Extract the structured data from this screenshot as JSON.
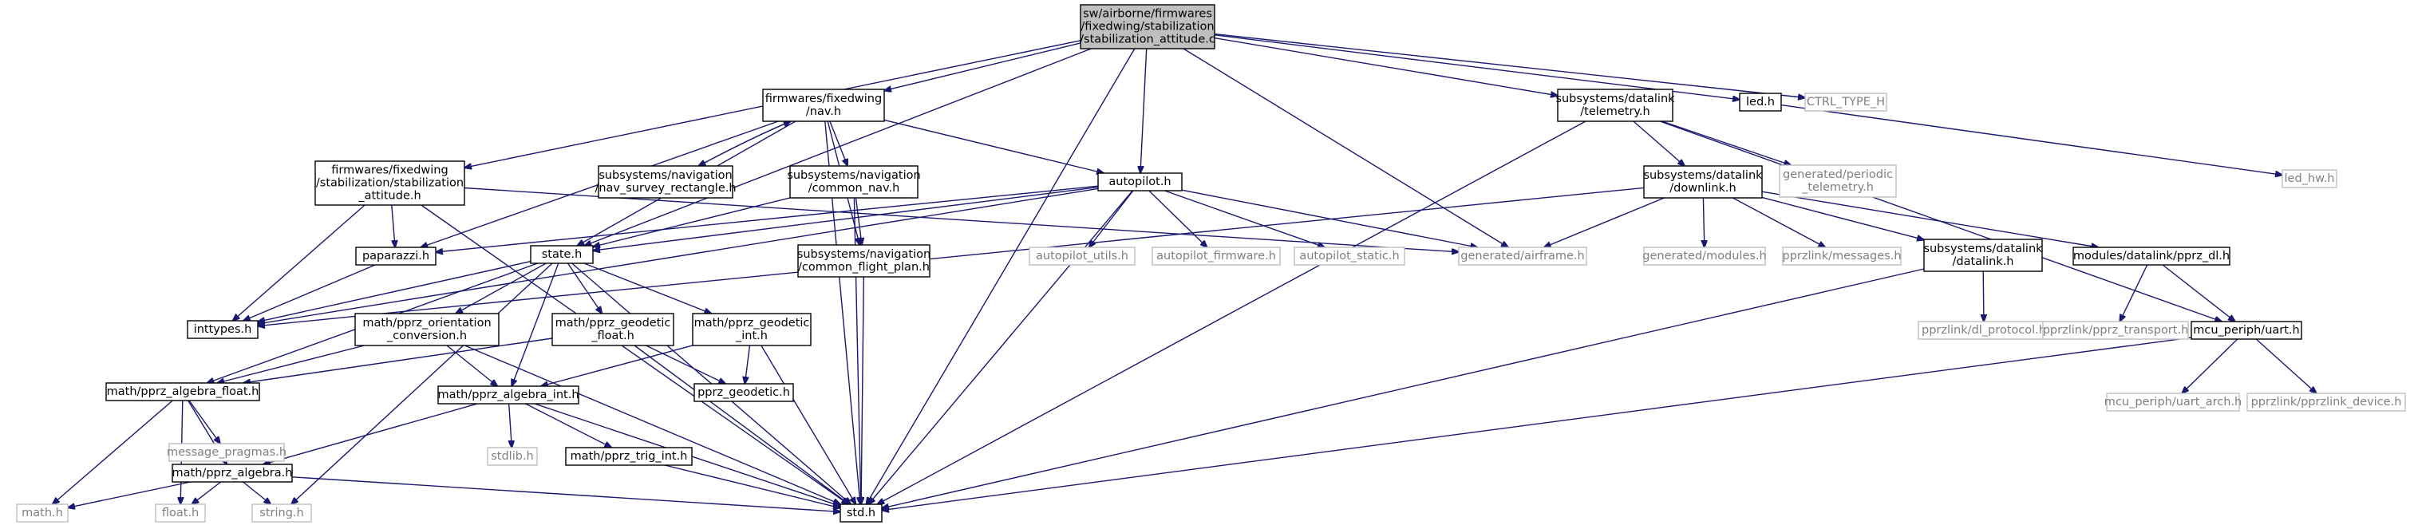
{
  "graph": {
    "nodes": [
      {
        "id": "root",
        "lines": [
          "sw/airborne/firmwares",
          "/fixedwing/stabilization",
          "/stabilization_attitude.c"
        ],
        "style": "root"
      },
      {
        "id": "stab_att_h",
        "lines": [
          "firmwares/fixedwing",
          "/stabilization/stabilization",
          "_attitude.h"
        ],
        "style": "normal"
      },
      {
        "id": "nav_h",
        "lines": [
          "firmwares/fixedwing",
          "/nav.h"
        ],
        "style": "normal"
      },
      {
        "id": "survey_rect",
        "lines": [
          "subsystems/navigation",
          "/nav_survey_rectangle.h"
        ],
        "style": "normal"
      },
      {
        "id": "common_nav",
        "lines": [
          "subsystems/navigation",
          "/common_nav.h"
        ],
        "style": "normal"
      },
      {
        "id": "common_fp",
        "lines": [
          "subsystems/navigation",
          "/common_flight_plan.h"
        ],
        "style": "normal"
      },
      {
        "id": "autopilot",
        "lines": [
          "autopilot.h"
        ],
        "style": "normal"
      },
      {
        "id": "autopilot_utils",
        "lines": [
          "autopilot_utils.h"
        ],
        "style": "ext"
      },
      {
        "id": "autopilot_firmware",
        "lines": [
          "autopilot_firmware.h"
        ],
        "style": "ext"
      },
      {
        "id": "autopilot_static",
        "lines": [
          "autopilot_static.h"
        ],
        "style": "ext"
      },
      {
        "id": "airframe",
        "lines": [
          "generated/airframe.h"
        ],
        "style": "ext"
      },
      {
        "id": "telemetry",
        "lines": [
          "subsystems/datalink",
          "/telemetry.h"
        ],
        "style": "normal"
      },
      {
        "id": "periodic_tel",
        "lines": [
          "generated/periodic",
          "_telemetry.h"
        ],
        "style": "ext"
      },
      {
        "id": "downlink",
        "lines": [
          "subsystems/datalink",
          "/downlink.h"
        ],
        "style": "normal"
      },
      {
        "id": "gen_modules",
        "lines": [
          "generated/modules.h"
        ],
        "style": "ext"
      },
      {
        "id": "pprzlink_msgs",
        "lines": [
          "pprzlink/messages.h"
        ],
        "style": "ext"
      },
      {
        "id": "datalink_h",
        "lines": [
          "subsystems/datalink",
          "/datalink.h"
        ],
        "style": "normal"
      },
      {
        "id": "dl_protocol",
        "lines": [
          "pprzlink/dl_protocol.h"
        ],
        "style": "ext"
      },
      {
        "id": "pprz_dl",
        "lines": [
          "modules/datalink/pprz_dl.h"
        ],
        "style": "normal"
      },
      {
        "id": "pprz_transport",
        "lines": [
          "pprzlink/pprz_transport.h"
        ],
        "style": "ext"
      },
      {
        "id": "uart_h",
        "lines": [
          "mcu_periph/uart.h"
        ],
        "style": "normal"
      },
      {
        "id": "uart_arch",
        "lines": [
          "mcu_periph/uart_arch.h"
        ],
        "style": "ext"
      },
      {
        "id": "pprzlink_device",
        "lines": [
          "pprzlink/pprzlink_device.h"
        ],
        "style": "ext"
      },
      {
        "id": "led_h",
        "lines": [
          "led.h"
        ],
        "style": "normal"
      },
      {
        "id": "led_hw",
        "lines": [
          "led_hw.h"
        ],
        "style": "ext"
      },
      {
        "id": "ctrl_type",
        "lines": [
          "CTRL_TYPE_H"
        ],
        "style": "ext"
      },
      {
        "id": "paparazzi",
        "lines": [
          "paparazzi.h"
        ],
        "style": "normal"
      },
      {
        "id": "inttypes",
        "lines": [
          "inttypes.h"
        ],
        "style": "normal"
      },
      {
        "id": "state",
        "lines": [
          "state.h"
        ],
        "style": "normal"
      },
      {
        "id": "orient_conv",
        "lines": [
          "math/pprz_orientation",
          "_conversion.h"
        ],
        "style": "normal"
      },
      {
        "id": "geod_float",
        "lines": [
          "math/pprz_geodetic",
          "_float.h"
        ],
        "style": "normal"
      },
      {
        "id": "geod_int",
        "lines": [
          "math/pprz_geodetic",
          "_int.h"
        ],
        "style": "normal"
      },
      {
        "id": "geodetic",
        "lines": [
          "pprz_geodetic.h"
        ],
        "style": "normal"
      },
      {
        "id": "alg_float",
        "lines": [
          "math/pprz_algebra_float.h"
        ],
        "style": "normal"
      },
      {
        "id": "alg_int",
        "lines": [
          "math/pprz_algebra_int.h"
        ],
        "style": "normal"
      },
      {
        "id": "msg_pragmas",
        "lines": [
          "message_pragmas.h"
        ],
        "style": "ext"
      },
      {
        "id": "algebra",
        "lines": [
          "math/pprz_algebra.h"
        ],
        "style": "normal"
      },
      {
        "id": "stdlib",
        "lines": [
          "stdlib.h"
        ],
        "style": "ext"
      },
      {
        "id": "trig_int",
        "lines": [
          "math/pprz_trig_int.h"
        ],
        "style": "normal"
      },
      {
        "id": "math_h",
        "lines": [
          "math.h"
        ],
        "style": "ext"
      },
      {
        "id": "float_h",
        "lines": [
          "float.h"
        ],
        "style": "ext"
      },
      {
        "id": "string_h",
        "lines": [
          "string.h"
        ],
        "style": "ext"
      },
      {
        "id": "std_h",
        "lines": [
          "std.h"
        ],
        "style": "normal"
      }
    ],
    "edges": [
      [
        "root",
        "stab_att_h"
      ],
      [
        "root",
        "nav_h"
      ],
      [
        "root",
        "state"
      ],
      [
        "root",
        "std_h"
      ],
      [
        "root",
        "autopilot"
      ],
      [
        "root",
        "airframe"
      ],
      [
        "root",
        "telemetry"
      ],
      [
        "root",
        "led_h"
      ],
      [
        "root",
        "ctrl_type"
      ],
      [
        "stab_att_h",
        "paparazzi"
      ],
      [
        "stab_att_h",
        "inttypes"
      ],
      [
        "stab_att_h",
        "airframe"
      ],
      [
        "stab_att_h",
        "std_h"
      ],
      [
        "nav_h",
        "survey_rect"
      ],
      [
        "nav_h",
        "common_nav"
      ],
      [
        "nav_h",
        "common_fp"
      ],
      [
        "nav_h",
        "autopilot"
      ],
      [
        "nav_h",
        "paparazzi"
      ],
      [
        "nav_h",
        "state"
      ],
      [
        "nav_h",
        "std_h"
      ],
      [
        "survey_rect",
        "nav_h"
      ],
      [
        "common_nav",
        "common_fp"
      ],
      [
        "common_nav",
        "state"
      ],
      [
        "common_nav",
        "std_h"
      ],
      [
        "common_fp",
        "std_h"
      ],
      [
        "autopilot",
        "autopilot_utils"
      ],
      [
        "autopilot",
        "autopilot_firmware"
      ],
      [
        "autopilot",
        "autopilot_static"
      ],
      [
        "autopilot",
        "airframe"
      ],
      [
        "autopilot",
        "paparazzi"
      ],
      [
        "autopilot",
        "state"
      ],
      [
        "autopilot",
        "inttypes"
      ],
      [
        "autopilot",
        "std_h"
      ],
      [
        "telemetry",
        "periodic_tel"
      ],
      [
        "telemetry",
        "downlink"
      ],
      [
        "telemetry",
        "uart_h"
      ],
      [
        "telemetry",
        "std_h"
      ],
      [
        "downlink",
        "airframe"
      ],
      [
        "downlink",
        "gen_modules"
      ],
      [
        "downlink",
        "pprzlink_msgs"
      ],
      [
        "downlink",
        "datalink_h"
      ],
      [
        "downlink",
        "pprz_dl"
      ],
      [
        "downlink",
        "inttypes"
      ],
      [
        "datalink_h",
        "dl_protocol"
      ],
      [
        "datalink_h",
        "std_h"
      ],
      [
        "pprz_dl",
        "pprz_transport"
      ],
      [
        "pprz_dl",
        "uart_h"
      ],
      [
        "uart_h",
        "uart_arch"
      ],
      [
        "uart_h",
        "pprzlink_device"
      ],
      [
        "uart_h",
        "std_h"
      ],
      [
        "led_h",
        "led_hw"
      ],
      [
        "paparazzi",
        "inttypes"
      ],
      [
        "state",
        "inttypes"
      ],
      [
        "state",
        "orient_conv"
      ],
      [
        "state",
        "geod_float"
      ],
      [
        "state",
        "geod_int"
      ],
      [
        "state",
        "alg_float"
      ],
      [
        "state",
        "alg_int"
      ],
      [
        "state",
        "string_h"
      ],
      [
        "state",
        "std_h"
      ],
      [
        "orient_conv",
        "alg_float"
      ],
      [
        "orient_conv",
        "alg_int"
      ],
      [
        "orient_conv",
        "std_h"
      ],
      [
        "geod_float",
        "alg_float"
      ],
      [
        "geod_float",
        "geodetic"
      ],
      [
        "geod_float",
        "std_h"
      ],
      [
        "geod_int",
        "geodetic"
      ],
      [
        "geod_int",
        "alg_int"
      ],
      [
        "geod_int",
        "std_h"
      ],
      [
        "alg_float",
        "msg_pragmas"
      ],
      [
        "alg_float",
        "algebra"
      ],
      [
        "alg_float",
        "math_h"
      ],
      [
        "alg_float",
        "float_h"
      ],
      [
        "alg_int",
        "algebra"
      ],
      [
        "alg_int",
        "stdlib"
      ],
      [
        "alg_int",
        "trig_int"
      ],
      [
        "alg_int",
        "std_h"
      ],
      [
        "algebra",
        "math_h"
      ],
      [
        "algebra",
        "float_h"
      ],
      [
        "algebra",
        "string_h"
      ],
      [
        "algebra",
        "std_h"
      ],
      [
        "trig_int",
        "std_h"
      ]
    ]
  }
}
